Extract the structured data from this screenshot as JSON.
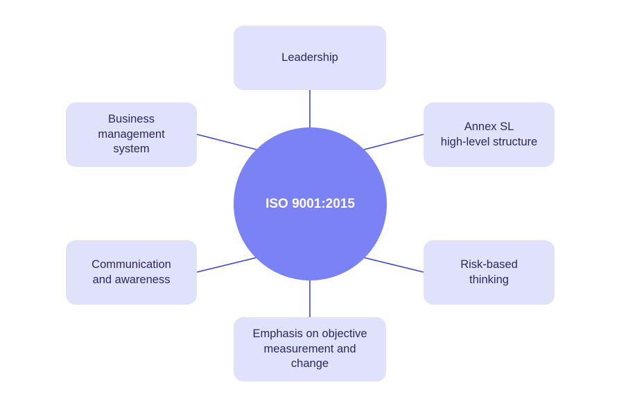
{
  "diagram": {
    "center": {
      "label": "ISO 9001:2015",
      "color": "#7b82f4"
    },
    "nodes": [
      {
        "id": "leadership",
        "label": "Leadership"
      },
      {
        "id": "business-management-system",
        "label": "Business\nmanagement\nsystem"
      },
      {
        "id": "annex-sl",
        "label": "Annex SL\nhigh-level structure"
      },
      {
        "id": "communication-awareness",
        "label": "Communication\nand awareness"
      },
      {
        "id": "risk-based-thinking",
        "label": "Risk-based\nthinking"
      },
      {
        "id": "objective-measurement",
        "label": "Emphasis on objective\nmeasurement and\nchange"
      }
    ],
    "colors": {
      "node_fill": "#e0e1fa",
      "node_text": "#282a5e",
      "connector": "#3c44c8",
      "center_text": "#ffffff"
    }
  }
}
